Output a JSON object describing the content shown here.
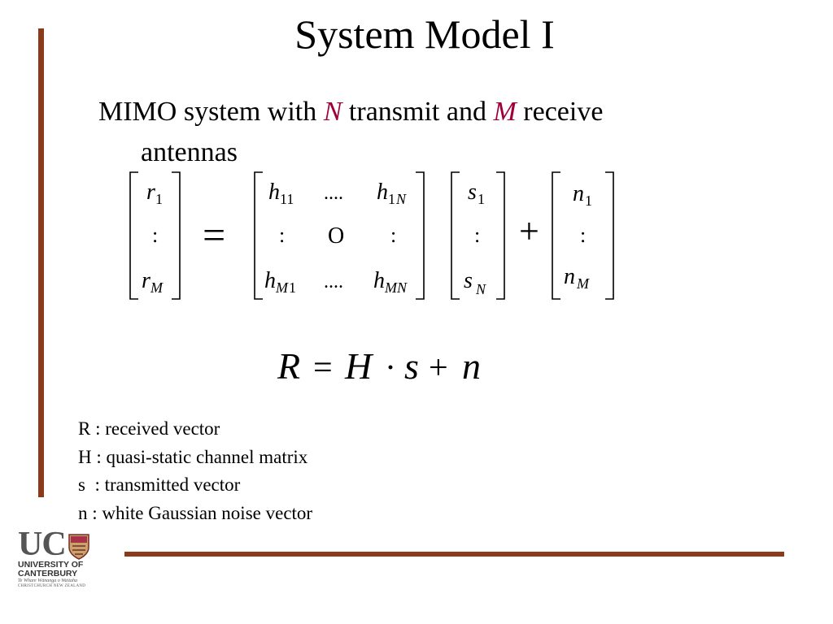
{
  "slide": {
    "title": "System Model I",
    "intro": {
      "pre": "MIMO system with ",
      "n": "N",
      "mid": " transmit and ",
      "m": "M",
      "post": " receive",
      "line2": "antennas"
    }
  },
  "matrices": {
    "r": {
      "top": "r",
      "top_sub": "1",
      "mid": ":",
      "bot": "r",
      "bot_sub": "M"
    },
    "eq": "=",
    "h": {
      "r1": {
        "a": "h",
        "a_sub": "11",
        "dots": "....",
        "b": "h",
        "b_sub1": "1",
        "b_sub2": "N"
      },
      "r2": {
        "a": ":",
        "circ": "O",
        "b": ":"
      },
      "r3": {
        "a": "h",
        "a_sub1": "M",
        "a_sub2": "1",
        "dots": "....",
        "b": "h",
        "b_sub": "MN"
      }
    },
    "s": {
      "top": "s",
      "top_sub": "1",
      "mid": ":",
      "bot": "s",
      "bot_sub": "N"
    },
    "plus": "+",
    "n": {
      "top": "n",
      "top_sub": "1",
      "mid": ":",
      "bot": "n",
      "bot_sub": "M"
    }
  },
  "equation": {
    "R": "R",
    "eq": "=",
    "H": "H",
    "dot": "·",
    "s": "s",
    "plus": "+",
    "n": "n"
  },
  "definitions": [
    "R : received vector",
    "H : quasi-static channel matrix",
    "s  : transmitted vector",
    "n : white Gaussian noise vector"
  ],
  "logo": {
    "uc": "UC",
    "line1": "UNIVERSITY OF",
    "line2": "CANTERBURY",
    "tagline": "Te Whare Wānanga o Waitaha",
    "location": "CHRISTCHURCH NEW ZEALAND"
  },
  "colors": {
    "accent_bar": "#8b3a1a",
    "variable": "#a0003a"
  }
}
